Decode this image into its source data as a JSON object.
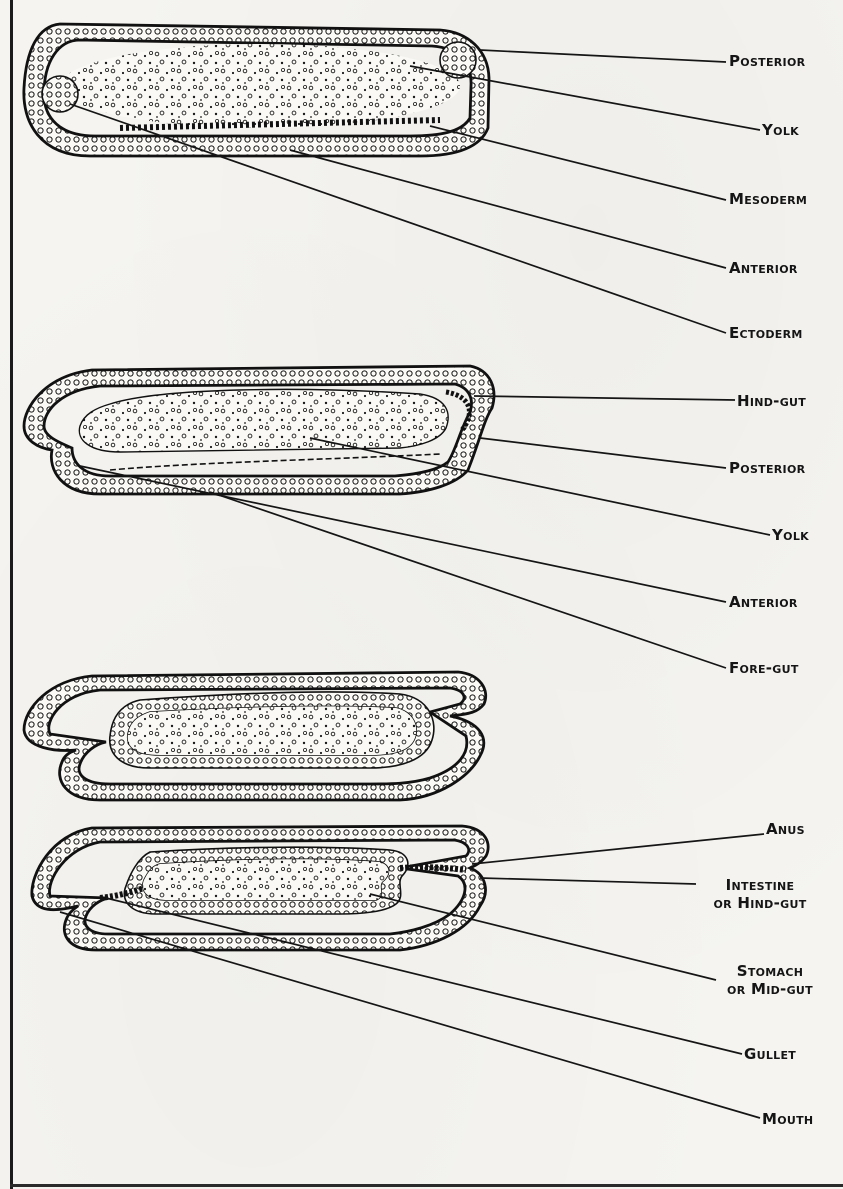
{
  "figure": {
    "panel1_labels": {
      "posterior": "Posterior",
      "yolk": "Yolk",
      "mesoderm": "Mesoderm",
      "anterior": "Anterior",
      "ectoderm": "Ectoderm"
    },
    "panel2_labels": {
      "hind_gut": "Hind-gut",
      "posterior": "Posterior",
      "yolk": "Yolk",
      "anterior": "Anterior",
      "fore_gut": "Fore-gut"
    },
    "panel4_labels": {
      "anus": "Anus",
      "intestine_line1": "Intestine",
      "intestine_line2": "or Hind-gut",
      "stomach_line1": "Stomach",
      "stomach_line2": "or Mid-gut",
      "gullet": "Gullet",
      "mouth": "Mouth"
    }
  }
}
